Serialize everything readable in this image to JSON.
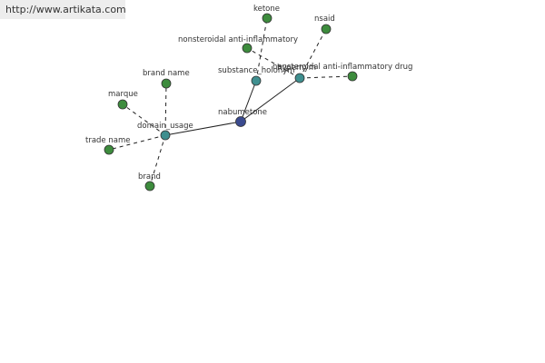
{
  "site_link": {
    "label": "http://www.artikata.com"
  },
  "colors": {
    "center_node": "#3a4a8f",
    "relation_node": "#3f8f8f",
    "term_node": "#3d8c3d",
    "banner_bg": "#ededed",
    "edge": "#222222"
  },
  "graph": {
    "nodes": [
      {
        "id": "nabumetone",
        "label": "nabumetone",
        "kind": "center"
      },
      {
        "id": "domain_usage",
        "label": "domain_usage",
        "kind": "relation"
      },
      {
        "id": "substance_holonym",
        "label": "substance_holonym",
        "kind": "relation"
      },
      {
        "id": "hypernym",
        "label": "hypernym",
        "kind": "relation"
      },
      {
        "id": "brand_name",
        "label": "brand name",
        "kind": "term"
      },
      {
        "id": "marque",
        "label": "marque",
        "kind": "term"
      },
      {
        "id": "trade_name",
        "label": "trade name",
        "kind": "term"
      },
      {
        "id": "brand",
        "label": "brand",
        "kind": "term"
      },
      {
        "id": "ketone",
        "label": "ketone",
        "kind": "term"
      },
      {
        "id": "nonsteroidal_anti_inflammatory",
        "label": "nonsteroidal anti-inflammatory",
        "kind": "term"
      },
      {
        "id": "nsaid",
        "label": "nsaid",
        "kind": "term"
      },
      {
        "id": "nonsteroidal_anti_inflammatory_drug",
        "label": "nonsteroidal anti-inflammatory drug",
        "kind": "term"
      }
    ],
    "edges": [
      {
        "from": "nabumetone",
        "to": "domain_usage",
        "style": "solid"
      },
      {
        "from": "nabumetone",
        "to": "substance_holonym",
        "style": "solid"
      },
      {
        "from": "nabumetone",
        "to": "hypernym",
        "style": "solid"
      },
      {
        "from": "domain_usage",
        "to": "brand_name",
        "style": "dashed"
      },
      {
        "from": "domain_usage",
        "to": "marque",
        "style": "dashed"
      },
      {
        "from": "domain_usage",
        "to": "trade_name",
        "style": "dashed"
      },
      {
        "from": "domain_usage",
        "to": "brand",
        "style": "dashed"
      },
      {
        "from": "substance_holonym",
        "to": "ketone",
        "style": "dashed"
      },
      {
        "from": "hypernym",
        "to": "nonsteroidal_anti_inflammatory",
        "style": "dashed"
      },
      {
        "from": "hypernym",
        "to": "nsaid",
        "style": "dashed"
      },
      {
        "from": "hypernym",
        "to": "nonsteroidal_anti_inflammatory_drug",
        "style": "dashed"
      }
    ]
  }
}
